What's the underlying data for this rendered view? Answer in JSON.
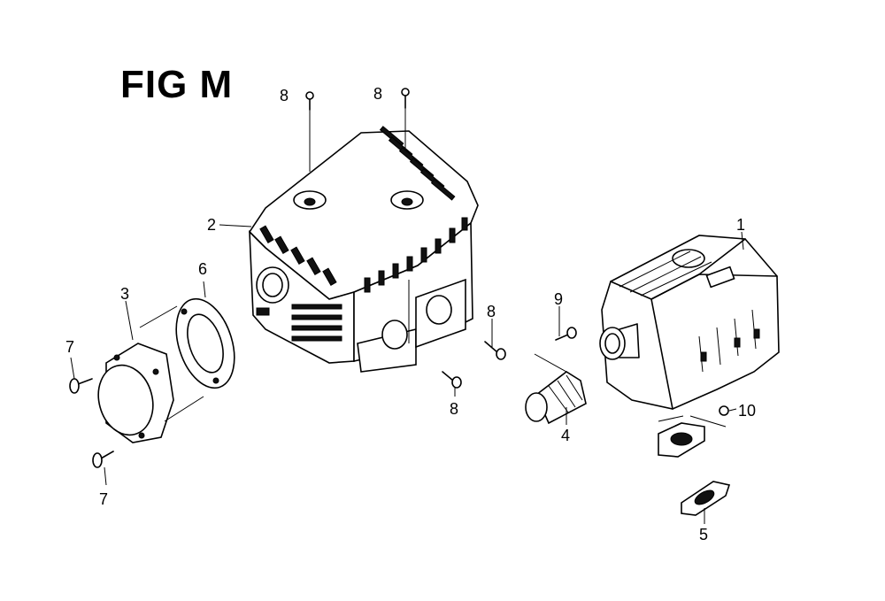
{
  "figure": {
    "title": "FIG M"
  },
  "callouts": {
    "c1": "1",
    "c2": "2",
    "c3": "3",
    "c4": "4",
    "c5": "5",
    "c6": "6",
    "c7a": "7",
    "c7b": "7",
    "c8a": "8",
    "c8b": "8",
    "c8c": "8",
    "c8d": "8",
    "c9": "9",
    "c10": "10"
  },
  "colors": {
    "ink": "#000000",
    "paper": "#ffffff"
  }
}
